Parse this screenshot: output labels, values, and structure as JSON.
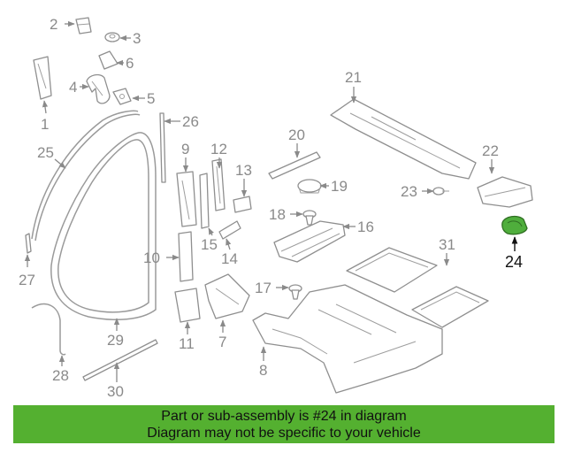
{
  "colors": {
    "banner_background": "#54b030",
    "highlight_fill": "#4fae3c",
    "part_stroke": "#8f8f8f",
    "callout_text": "#8a8a8a",
    "highlight_text": "#111111"
  },
  "callouts": [
    {
      "id": "1",
      "label": "1"
    },
    {
      "id": "2",
      "label": "2"
    },
    {
      "id": "3",
      "label": "3"
    },
    {
      "id": "4",
      "label": "4"
    },
    {
      "id": "5",
      "label": "5"
    },
    {
      "id": "6",
      "label": "6"
    },
    {
      "id": "7",
      "label": "7"
    },
    {
      "id": "8",
      "label": "8"
    },
    {
      "id": "9",
      "label": "9"
    },
    {
      "id": "10",
      "label": "10"
    },
    {
      "id": "11",
      "label": "11"
    },
    {
      "id": "12",
      "label": "12"
    },
    {
      "id": "13",
      "label": "13"
    },
    {
      "id": "14",
      "label": "14"
    },
    {
      "id": "15",
      "label": "15"
    },
    {
      "id": "16",
      "label": "16"
    },
    {
      "id": "17",
      "label": "17"
    },
    {
      "id": "18",
      "label": "18"
    },
    {
      "id": "19",
      "label": "19"
    },
    {
      "id": "20",
      "label": "20"
    },
    {
      "id": "21",
      "label": "21"
    },
    {
      "id": "22",
      "label": "22"
    },
    {
      "id": "23",
      "label": "23"
    },
    {
      "id": "24",
      "label": "24"
    },
    {
      "id": "25",
      "label": "25"
    },
    {
      "id": "26",
      "label": "26"
    },
    {
      "id": "27",
      "label": "27"
    },
    {
      "id": "28",
      "label": "28"
    },
    {
      "id": "29",
      "label": "29"
    },
    {
      "id": "30",
      "label": "30"
    },
    {
      "id": "31",
      "label": "31"
    }
  ],
  "highlighted_part": "24",
  "banner": {
    "line1": "Part or sub-assembly is #24 in diagram",
    "line2": "Diagram may not be specific to your vehicle"
  }
}
